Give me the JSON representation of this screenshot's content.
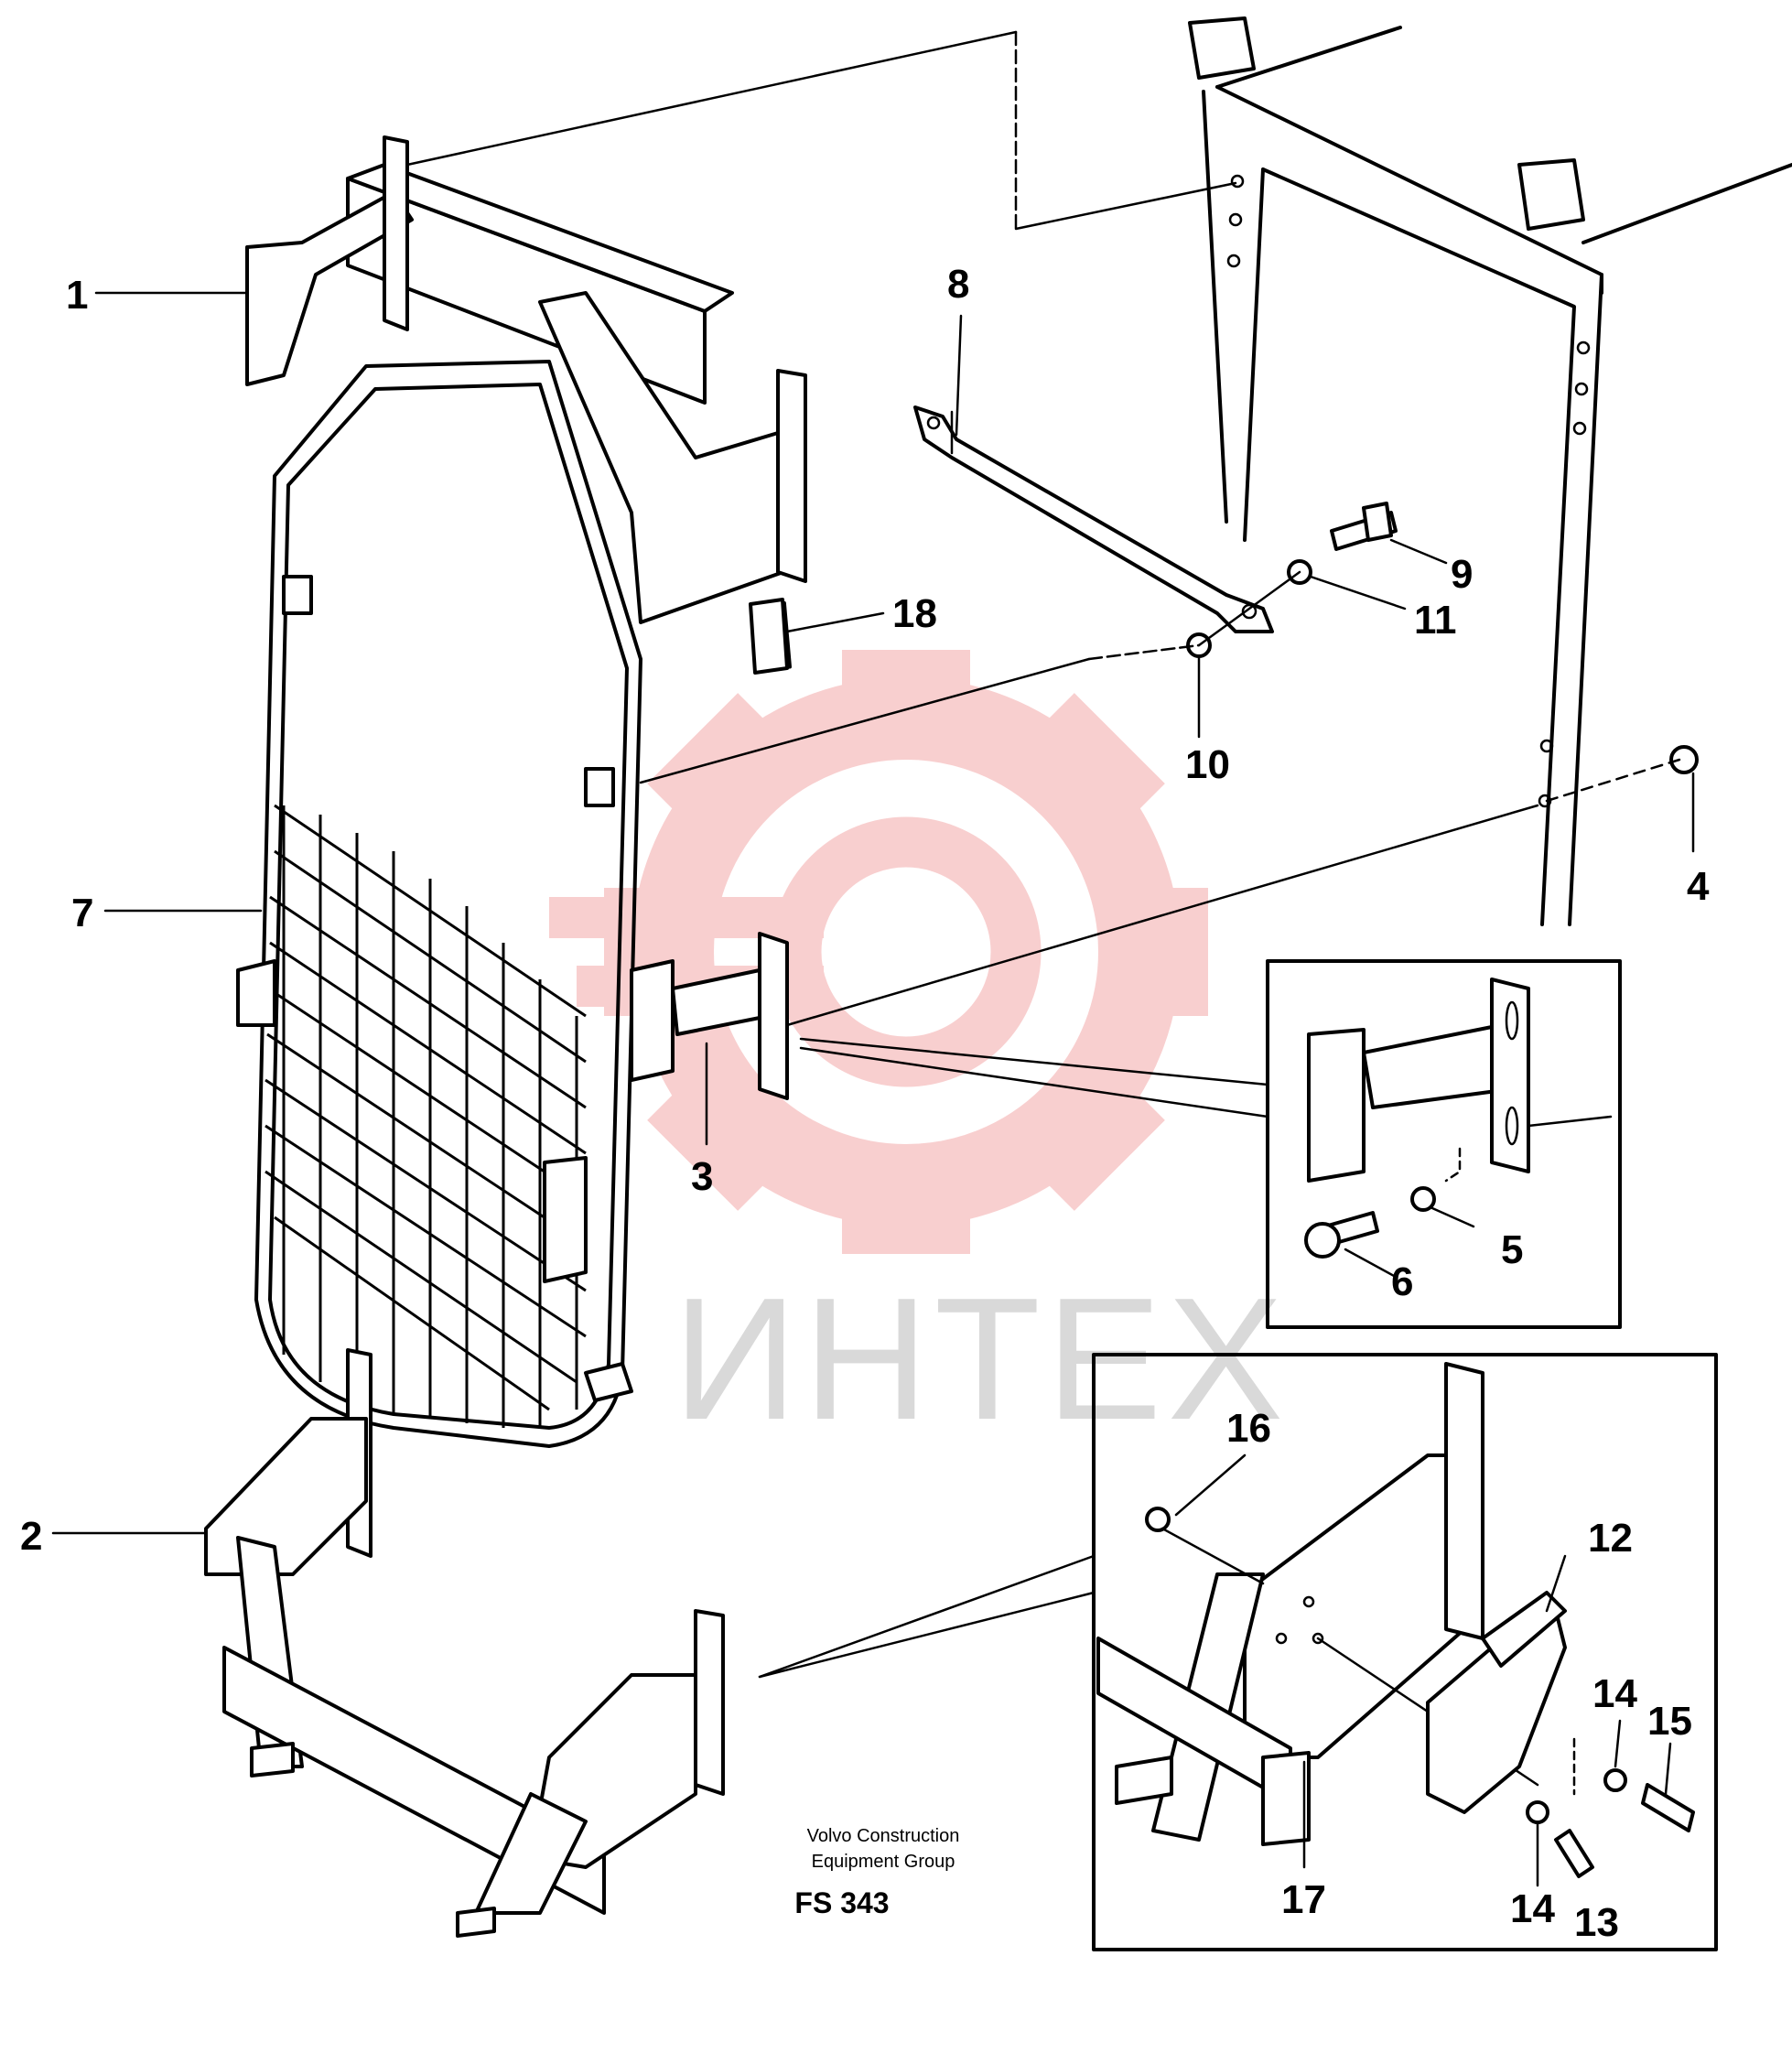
{
  "callouts": {
    "p1": "1",
    "p2": "2",
    "p3": "3",
    "p4": "4",
    "p5": "5",
    "p6": "6",
    "p7": "7",
    "p8": "8",
    "p9": "9",
    "p10": "10",
    "p11": "11",
    "p12": "12",
    "p13": "13",
    "p14a": "14",
    "p14b": "14",
    "p15": "15",
    "p16": "16",
    "p17": "17",
    "p18": "18"
  },
  "caption": {
    "line1": "Volvo Construction",
    "line2": "Equipment Group",
    "code": "FS 343"
  },
  "watermark": {
    "text": "ИНТЕХ",
    "gear_color": "#f4a9a9",
    "text_color": "#d9d9d9"
  }
}
